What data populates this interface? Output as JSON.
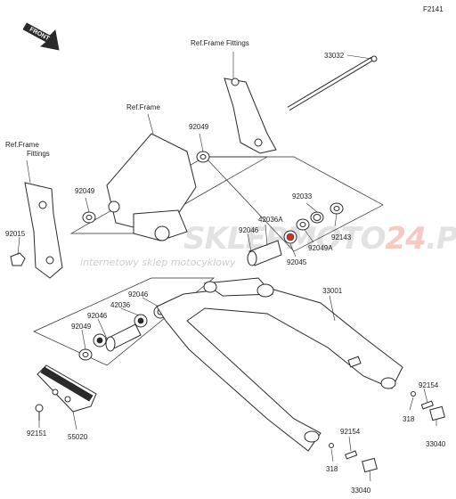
{
  "diagram": {
    "code": "F2141",
    "front_label": "FRONT",
    "watermark": {
      "brand_main": "SKLEPMOTO",
      "brand_accent": "24",
      "domain": ".PL",
      "tagline": "internetowy sklep motocyklowy"
    },
    "labels": {
      "ref_frame_fittings_top": "Ref.Frame Fittings",
      "ref_frame": "Ref.Frame",
      "ref_frame_fittings_left_1": "Ref.Frame",
      "ref_frame_fittings_left_2": "Fittings",
      "p33032": "33032",
      "p92049_a": "92049",
      "p92049_b": "92049",
      "p92015": "92015",
      "p92033": "92033",
      "p42036A": "42036A",
      "p92046_a": "92046",
      "p92143": "92143",
      "p92049A": "92049A",
      "p92045": "92045",
      "p33001": "33001",
      "p92046_b": "92046",
      "p42036": "42036",
      "p92046_c": "92046",
      "p92049_c": "92049",
      "p92154_a": "92154",
      "p318_a": "318",
      "p33040_a": "33040",
      "p92154_b": "92154",
      "p318_b": "318",
      "p33040_b": "33040",
      "p92151": "92151",
      "p55020": "55020"
    }
  }
}
